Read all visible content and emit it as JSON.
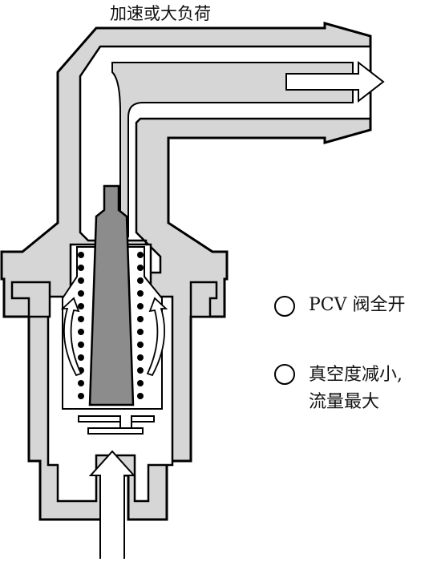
{
  "diagram": {
    "title": "加速或大负荷",
    "legend": [
      {
        "marker": "circle",
        "text": "PCV 阀全开"
      },
      {
        "marker": "circle",
        "text": "真空度减小,",
        "continuation": "流量最大"
      }
    ]
  },
  "colors": {
    "body_fill": "#d6d6d6",
    "valve_fill": "#8c8c8c",
    "outline": "#000000",
    "arrow_fill": "#ffffff",
    "spring_dot": "#000000"
  },
  "icons": {
    "flow_arrow": "arrow-right-icon",
    "inlet_arrow": "arrow-up-icon",
    "legend_marker": "circle-icon"
  }
}
